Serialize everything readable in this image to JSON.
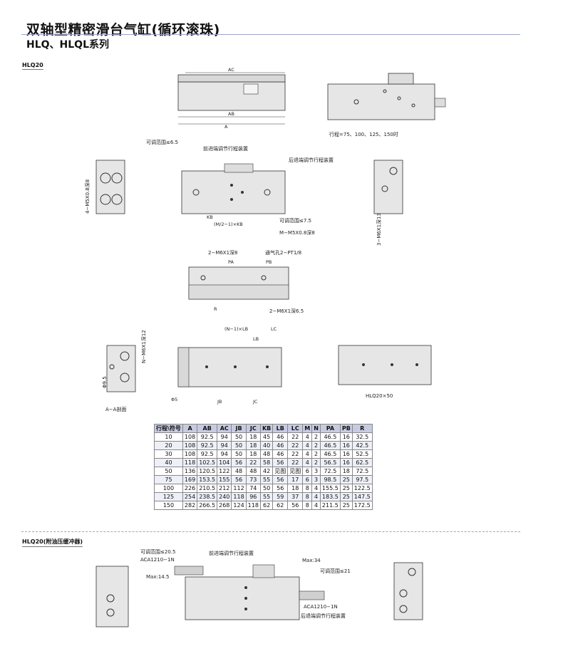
{
  "header": {
    "title": "双轴型精密滑台气缸(循环滚珠)",
    "series": "HLQ、HLQL系列"
  },
  "sections": {
    "hlq20": "HLQ20",
    "hlq20_buffer": "HLQ20(附油压缓冲器)"
  },
  "labels": {
    "stroke_note": "行程=75、100、125、150时",
    "adjust_range_65": "可调范围≤6.5",
    "front_adjust": "前进端调节行程装置",
    "rear_adjust": "后退端调节行程装置",
    "adjust_range_75": "可调范围≤7.5",
    "thread_m5": "M−M5X0.8深8",
    "thread_4m5": "4−M5X0.8深8",
    "thread_3m6": "3−M6X1深13",
    "thread_2m6_top": "2−M6X1深8",
    "vent": "通气孔2−PT1/8",
    "thread_2m6_bottom": "2−M6X1深6.5",
    "section_aa": "A−A剖面",
    "thread_nm6": "N−M6X1深12",
    "hlq20x50": "HLQ20×50",
    "buf_adjust_205": "可调范围≤20.5",
    "buf_aca1": "ACA1210−1N",
    "buf_front": "前进端调节行程装置",
    "buf_max145": "Max:14.5",
    "buf_max34": "Max:34",
    "buf_adjust_21": "可调范围≤21",
    "buf_aca2": "ACA1210−1N",
    "buf_rear": "后退端调节行程装置",
    "dim_ac": "AC",
    "dim_ab": "AB",
    "dim_a": "A",
    "dim_kb": "KB",
    "dim_imkb": "(M/2−1)×KB",
    "dim_pa": "PA",
    "dim_pb": "PB",
    "dim_r": "R",
    "dim_inlb": "(N−1)×LB",
    "dim_lc": "LC",
    "dim_lb": "LB",
    "dim_jb": "JB",
    "dim_jc": "JC",
    "dim_phi5": "Φ5",
    "dim_phi95": "Φ9.5"
  },
  "table": {
    "headers": [
      "行程\\符号",
      "A",
      "AB",
      "AC",
      "JB",
      "JC",
      "KB",
      "LB",
      "LC",
      "M",
      "N",
      "PA",
      "PB",
      "R"
    ],
    "rows": [
      [
        "10",
        "108",
        "92.5",
        "94",
        "50",
        "18",
        "45",
        "46",
        "22",
        "4",
        "2",
        "46.5",
        "16",
        "32.5"
      ],
      [
        "20",
        "108",
        "92.5",
        "94",
        "50",
        "18",
        "40",
        "46",
        "22",
        "4",
        "2",
        "46.5",
        "16",
        "42.5"
      ],
      [
        "30",
        "108",
        "92.5",
        "94",
        "50",
        "18",
        "48",
        "46",
        "22",
        "4",
        "2",
        "46.5",
        "16",
        "52.5"
      ],
      [
        "40",
        "118",
        "102.5",
        "104",
        "56",
        "22",
        "58",
        "56",
        "22",
        "4",
        "2",
        "56.5",
        "16",
        "62.5"
      ],
      [
        "50",
        "136",
        "120.5",
        "122",
        "48",
        "48",
        "42",
        "见图",
        "见图",
        "6",
        "3",
        "72.5",
        "18",
        "72.5"
      ],
      [
        "75",
        "169",
        "153.5",
        "155",
        "56",
        "73",
        "55",
        "56",
        "17",
        "6",
        "3",
        "98.5",
        "25",
        "97.5"
      ],
      [
        "100",
        "226",
        "210.5",
        "212",
        "112",
        "74",
        "50",
        "56",
        "18",
        "8",
        "4",
        "155.5",
        "25",
        "122.5"
      ],
      [
        "125",
        "254",
        "238.5",
        "240",
        "118",
        "96",
        "55",
        "59",
        "37",
        "8",
        "4",
        "183.5",
        "25",
        "147.5"
      ],
      [
        "150",
        "282",
        "266.5",
        "268",
        "124",
        "118",
        "62",
        "62",
        "56",
        "8",
        "4",
        "211.5",
        "25",
        "172.5"
      ]
    ]
  }
}
